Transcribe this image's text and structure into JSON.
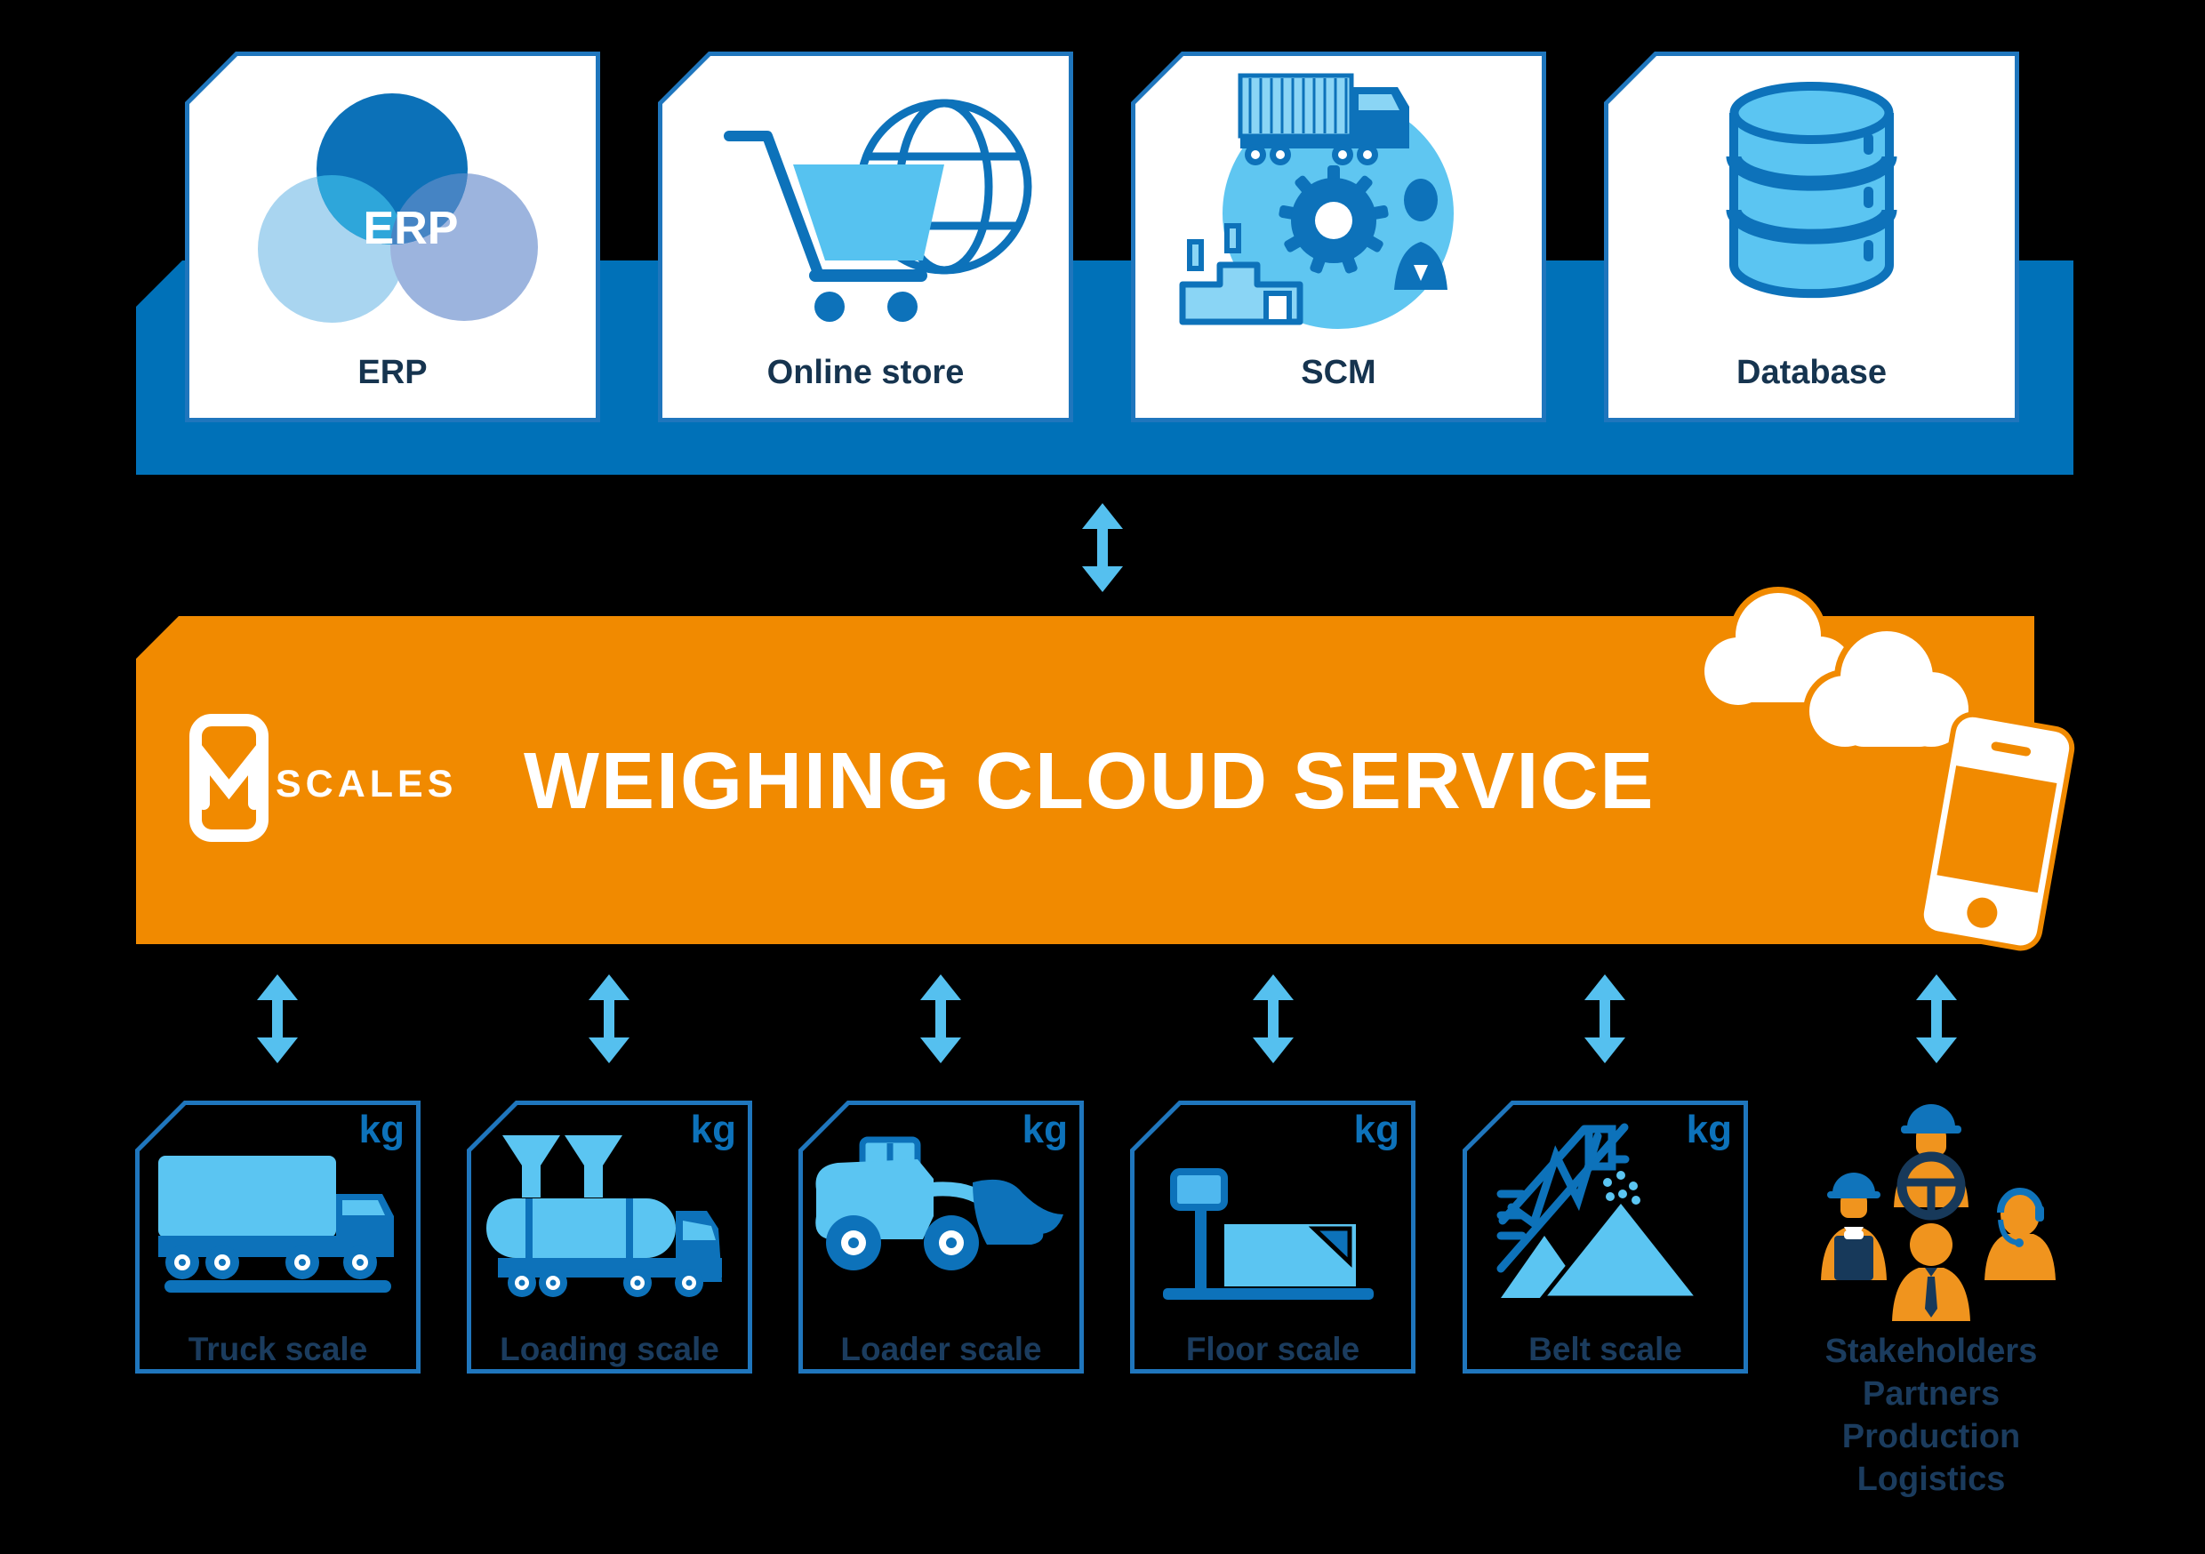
{
  "top_row": {
    "cards": [
      {
        "label": "ERP",
        "icon": "erp-venn-icon",
        "icon_text": "ERP"
      },
      {
        "label": "Online store",
        "icon": "shopping-cart-globe-icon"
      },
      {
        "label": "SCM",
        "icon": "supply-chain-icon"
      },
      {
        "label": "Database",
        "icon": "database-cylinder-icon"
      }
    ]
  },
  "banner": {
    "brand": "SCALES",
    "logo": "mscales-phone-m-logo",
    "title": "WEIGHING CLOUD SERVICE"
  },
  "bottom_row": {
    "cards": [
      {
        "label": "Truck scale",
        "badge": "kg",
        "icon": "truck-icon"
      },
      {
        "label": "Loading scale",
        "badge": "kg",
        "icon": "tanker-truck-icon"
      },
      {
        "label": "Loader scale",
        "badge": "kg",
        "icon": "wheel-loader-icon"
      },
      {
        "label": "Floor scale",
        "badge": "kg",
        "icon": "floor-scale-icon"
      },
      {
        "label": "Belt scale",
        "badge": "kg",
        "icon": "conveyor-piles-icon"
      }
    ]
  },
  "stakeholders": {
    "icon": "people-group-icon",
    "lines": [
      "Stakeholders",
      "Partners",
      "Production",
      "Logistics"
    ]
  },
  "colors": {
    "background": "#000000",
    "bar_blue": "#0071B8",
    "border_blue": "#1F76BD",
    "icon_dark_blue": "#0D72BA",
    "icon_light_blue": "#5BC5F2",
    "arrow_blue": "#55C0EF",
    "banner_orange": "#F18A00",
    "people_orange": "#F0941E",
    "label_navy": "#1B3C5E",
    "accent_navy": "#17395A",
    "venn_sky": "#A9D5F0",
    "venn_periwinkle": "#9CB4DE"
  }
}
